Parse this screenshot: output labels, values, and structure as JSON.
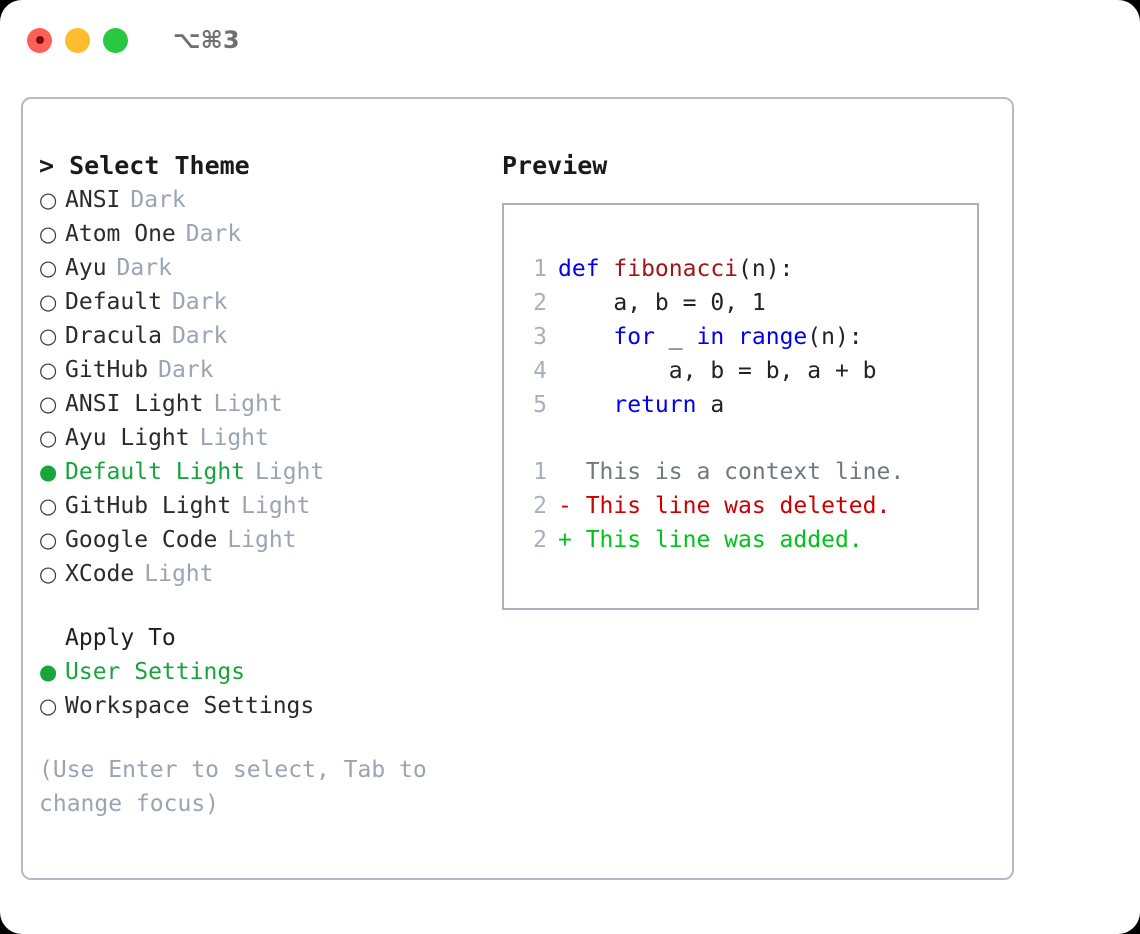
{
  "titlebar": {
    "shortcut": "⌥⌘3",
    "lights": [
      {
        "name": "close",
        "color": "#ff5f57"
      },
      {
        "name": "minimize",
        "color": "#febc2e"
      },
      {
        "name": "maximize",
        "color": "#28c840"
      }
    ]
  },
  "left": {
    "heading": "> Select Theme",
    "themes": [
      {
        "bullet": "○",
        "name": "ANSI",
        "suffix": "Dark",
        "selected": false
      },
      {
        "bullet": "○",
        "name": "Atom One",
        "suffix": "Dark",
        "selected": false
      },
      {
        "bullet": "○",
        "name": "Ayu",
        "suffix": "Dark",
        "selected": false
      },
      {
        "bullet": "○",
        "name": "Default",
        "suffix": "Dark",
        "selected": false
      },
      {
        "bullet": "○",
        "name": "Dracula",
        "suffix": "Dark",
        "selected": false
      },
      {
        "bullet": "○",
        "name": "GitHub",
        "suffix": "Dark",
        "selected": false
      },
      {
        "bullet": "○",
        "name": "ANSI Light",
        "suffix": "Light",
        "selected": false
      },
      {
        "bullet": "○",
        "name": "Ayu Light",
        "suffix": "Light",
        "selected": false
      },
      {
        "bullet": "●",
        "name": "Default Light",
        "suffix": "Light",
        "selected": true
      },
      {
        "bullet": "○",
        "name": "GitHub Light",
        "suffix": "Light",
        "selected": false
      },
      {
        "bullet": "○",
        "name": "Google Code",
        "suffix": "Light",
        "selected": false
      },
      {
        "bullet": "○",
        "name": "XCode",
        "suffix": "Light",
        "selected": false
      }
    ],
    "apply_to": {
      "heading": "Apply To",
      "options": [
        {
          "bullet": "●",
          "name": "User Settings",
          "suffix": "",
          "selected": true
        },
        {
          "bullet": "○",
          "name": "Workspace Settings",
          "suffix": "",
          "selected": false
        }
      ]
    },
    "hint": "(Use Enter to select, Tab to change focus)"
  },
  "right": {
    "heading": "Preview",
    "code_lines": [
      {
        "ln": "1",
        "tokens": [
          {
            "t": "def ",
            "c": "kw"
          },
          {
            "t": "fibonacci",
            "c": "fn"
          },
          {
            "t": "(n):",
            "c": "plain"
          }
        ]
      },
      {
        "ln": "2",
        "tokens": [
          {
            "t": "    a, b = 0, 1",
            "c": "plain"
          }
        ]
      },
      {
        "ln": "3",
        "tokens": [
          {
            "t": "    ",
            "c": "plain"
          },
          {
            "t": "for",
            "c": "kw"
          },
          {
            "t": " _ ",
            "c": "plain"
          },
          {
            "t": "in range",
            "c": "kw"
          },
          {
            "t": "(n):",
            "c": "plain"
          }
        ]
      },
      {
        "ln": "4",
        "tokens": [
          {
            "t": "        a, b = b, a + b",
            "c": "plain"
          }
        ]
      },
      {
        "ln": "5",
        "tokens": [
          {
            "t": "    ",
            "c": "plain"
          },
          {
            "t": "return",
            "c": "kw"
          },
          {
            "t": " a",
            "c": "plain"
          }
        ]
      }
    ],
    "diff_lines": [
      {
        "ln": "1",
        "marker": " ",
        "text": "  This is a context line.",
        "kind": "ctx"
      },
      {
        "ln": "2",
        "marker": " ",
        "text": "- This line was deleted.",
        "kind": "del"
      },
      {
        "ln": "2",
        "marker": " ",
        "text": "+ This line was added.",
        "kind": "add"
      }
    ]
  },
  "colors": {
    "accent_green": "#17a53c",
    "muted": "#9aa4b2",
    "keyword_blue": "#0000ee",
    "function_red": "#a31515",
    "diff_delete": "#cc0000",
    "diff_add": "#00c31a",
    "panel_border": "#b3bbc7"
  }
}
